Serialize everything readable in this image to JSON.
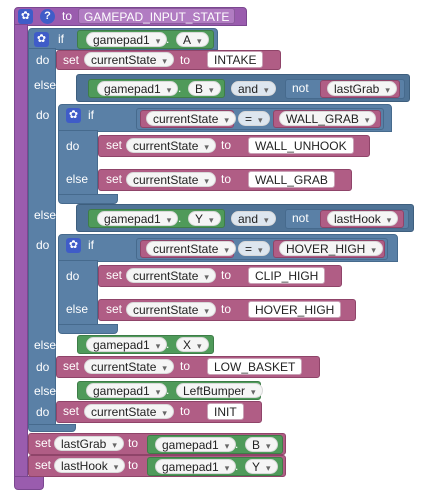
{
  "root": {
    "to": "to",
    "name": "GAMEPAD_INPUT_STATE"
  },
  "kw": {
    "if": "if",
    "do": "do",
    "else_if": "else if",
    "else": "else",
    "set": "set",
    "to": "to",
    "and": "and",
    "not": "not",
    "eq": "=",
    "dot": "."
  },
  "b1": {
    "gamepad": "gamepad1",
    "button": "A",
    "var": "currentState",
    "value": "INTAKE"
  },
  "b2": {
    "gamepad": "gamepad1",
    "button": "B",
    "not_var": "lastGrab",
    "inner_if_var": "currentState",
    "inner_if_value": "WALL_GRAB",
    "do_var": "currentState",
    "do_value": "WALL_UNHOOK",
    "else_var": "currentState",
    "else_value": "WALL_GRAB"
  },
  "b3": {
    "gamepad": "gamepad1",
    "button": "Y",
    "not_var": "lastHook",
    "inner_if_var": "currentState",
    "inner_if_value": "HOVER_HIGH",
    "do_var": "currentState",
    "do_value": "CLIP_HIGH",
    "else_var": "currentState",
    "else_value": "HOVER_HIGH"
  },
  "b4": {
    "gamepad": "gamepad1",
    "button": "X",
    "var": "currentState",
    "value": "LOW_BASKET"
  },
  "b5": {
    "gamepad": "gamepad1",
    "button": "LeftBumper",
    "var": "currentState",
    "value": "INIT"
  },
  "tail1": {
    "var": "lastGrab",
    "gamepad": "gamepad1",
    "button": "B"
  },
  "tail2": {
    "var": "lastHook",
    "gamepad": "gamepad1",
    "button": "Y"
  },
  "icons": {
    "gear": "gear-icon",
    "help": "help-icon"
  }
}
